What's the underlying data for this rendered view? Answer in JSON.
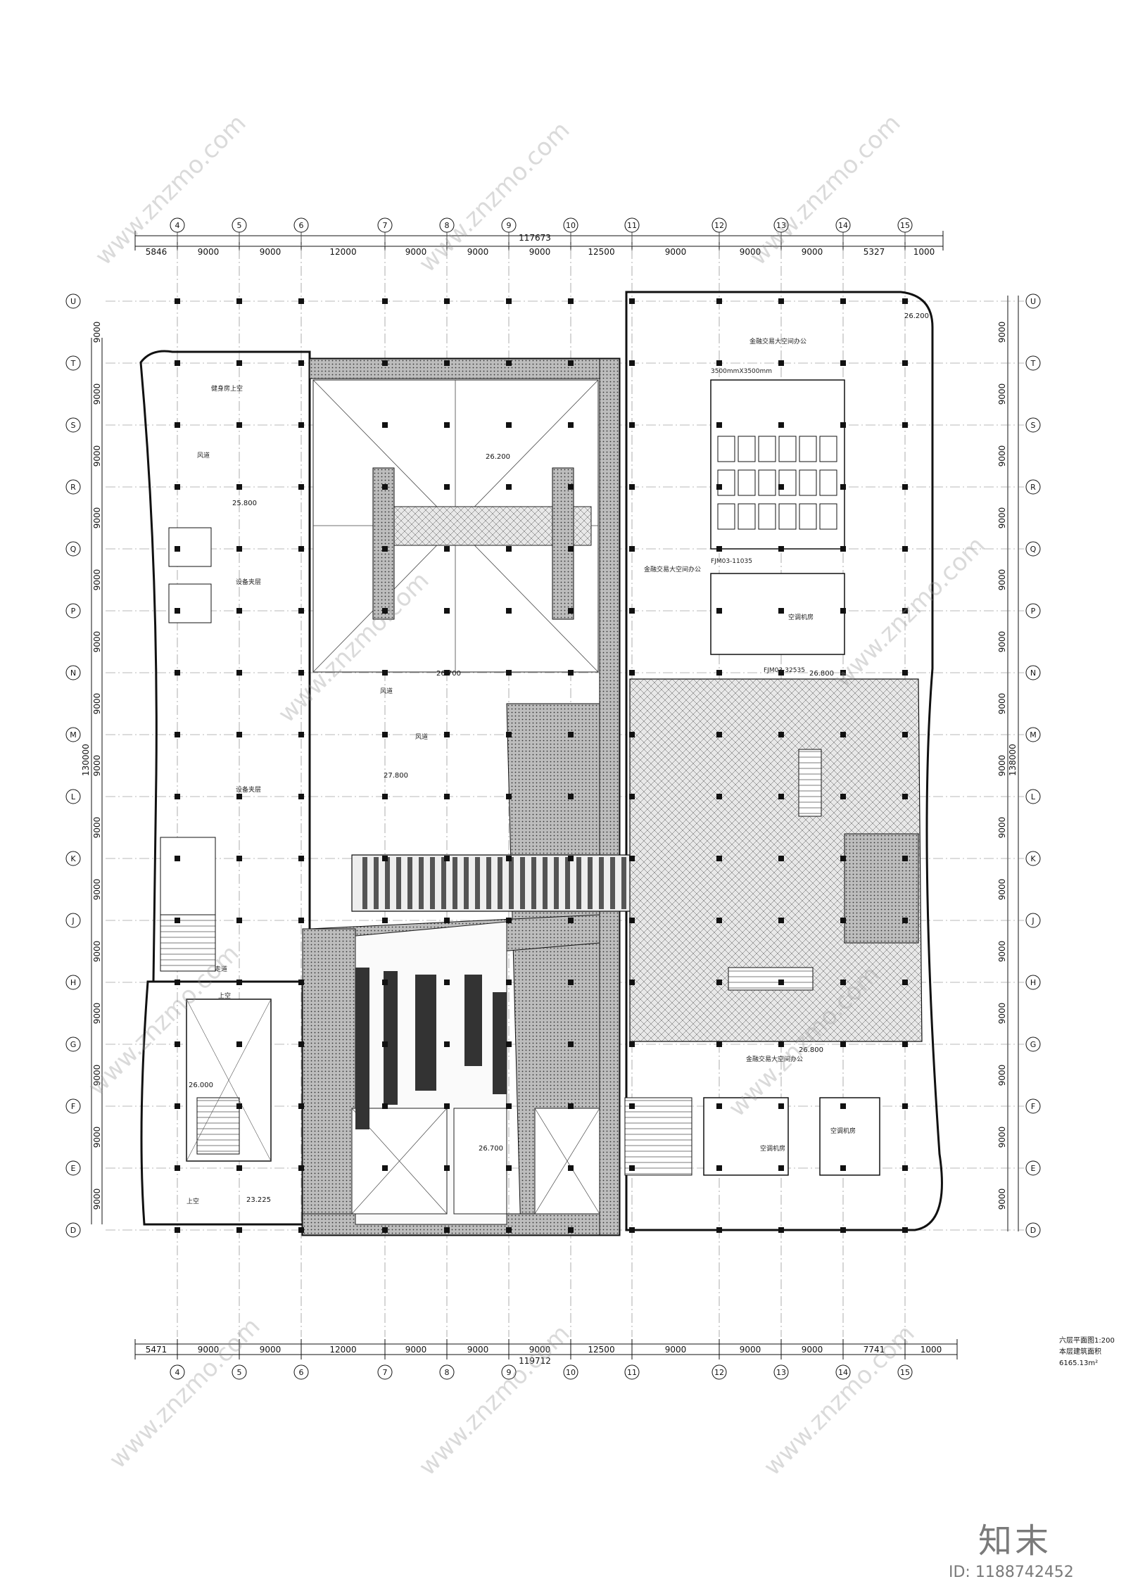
{
  "dimensions": {
    "top_total": "117673",
    "top_spans": [
      "5846",
      "9000",
      "9000",
      "12000",
      "9000",
      "9000",
      "9000",
      "12500",
      "9000",
      "9000",
      "9000",
      "5327",
      "1000"
    ],
    "bottom_total": "119712",
    "bottom_spans": [
      "5471",
      "9000",
      "9000",
      "12000",
      "9000",
      "9000",
      "9000",
      "12500",
      "9000",
      "9000",
      "9000",
      "7741",
      "1000"
    ],
    "left_total": "130000",
    "right_total": "138000",
    "left_spans": [
      "9000",
      "9000",
      "9000",
      "9000",
      "9000",
      "9000",
      "9000",
      "9000",
      "9000",
      "9000",
      "9000",
      "9000",
      "9000",
      "9000",
      "9000"
    ],
    "right_spans": [
      "9000",
      "9000",
      "9000",
      "9000",
      "9000",
      "9000",
      "9000",
      "9000",
      "9000",
      "9000",
      "9000",
      "9000",
      "9000",
      "9000",
      "9000"
    ]
  },
  "axes": {
    "columns": [
      "4",
      "5",
      "6",
      "7",
      "8",
      "9",
      "10",
      "11",
      "12",
      "13",
      "14",
      "15"
    ],
    "rows": [
      "U",
      "T",
      "S",
      "R",
      "Q",
      "P",
      "N",
      "M",
      "L",
      "K",
      "J",
      "H",
      "G",
      "F",
      "E",
      "D"
    ]
  },
  "labels": {
    "gym_void": "健身房上空",
    "equip_layer_1": "设备夹层",
    "equip_layer_2": "设备夹层",
    "finance_office_top": "金融交易大空间办公",
    "finance_office_mid": "金融交易大空间办公",
    "finance_office_bottom": "金融交易大空间办公",
    "ac_room_1": "空调机房",
    "ac_room_2": "空调机房",
    "ac_room_3": "空调机房",
    "void_1": "上空",
    "void_2": "上空",
    "corridor": "走道",
    "duct_1": "风道",
    "duct_2": "风道",
    "duct_3": "风道"
  },
  "elevations": [
    "26.200",
    "26.700",
    "26.800",
    "25.800",
    "26.000",
    "27.800",
    "23.225",
    "26.200",
    "26.700",
    "26.800"
  ],
  "plan_areas": [
    "FJM03-11035",
    "FJM03-32535"
  ],
  "door_size": "3500mmX3500mm",
  "title": {
    "name": "六层平面图",
    "scale": "1:200",
    "area_label": "本层建筑面积",
    "area_value": "6165.13m²"
  },
  "watermark": "www.znzmo.com",
  "brand": "知末",
  "id": "ID: 1188742452",
  "colors": {
    "line": "#111111",
    "hatch": "#555555",
    "wall": "#1a1a1a",
    "watermark": "#9a9a9a"
  }
}
